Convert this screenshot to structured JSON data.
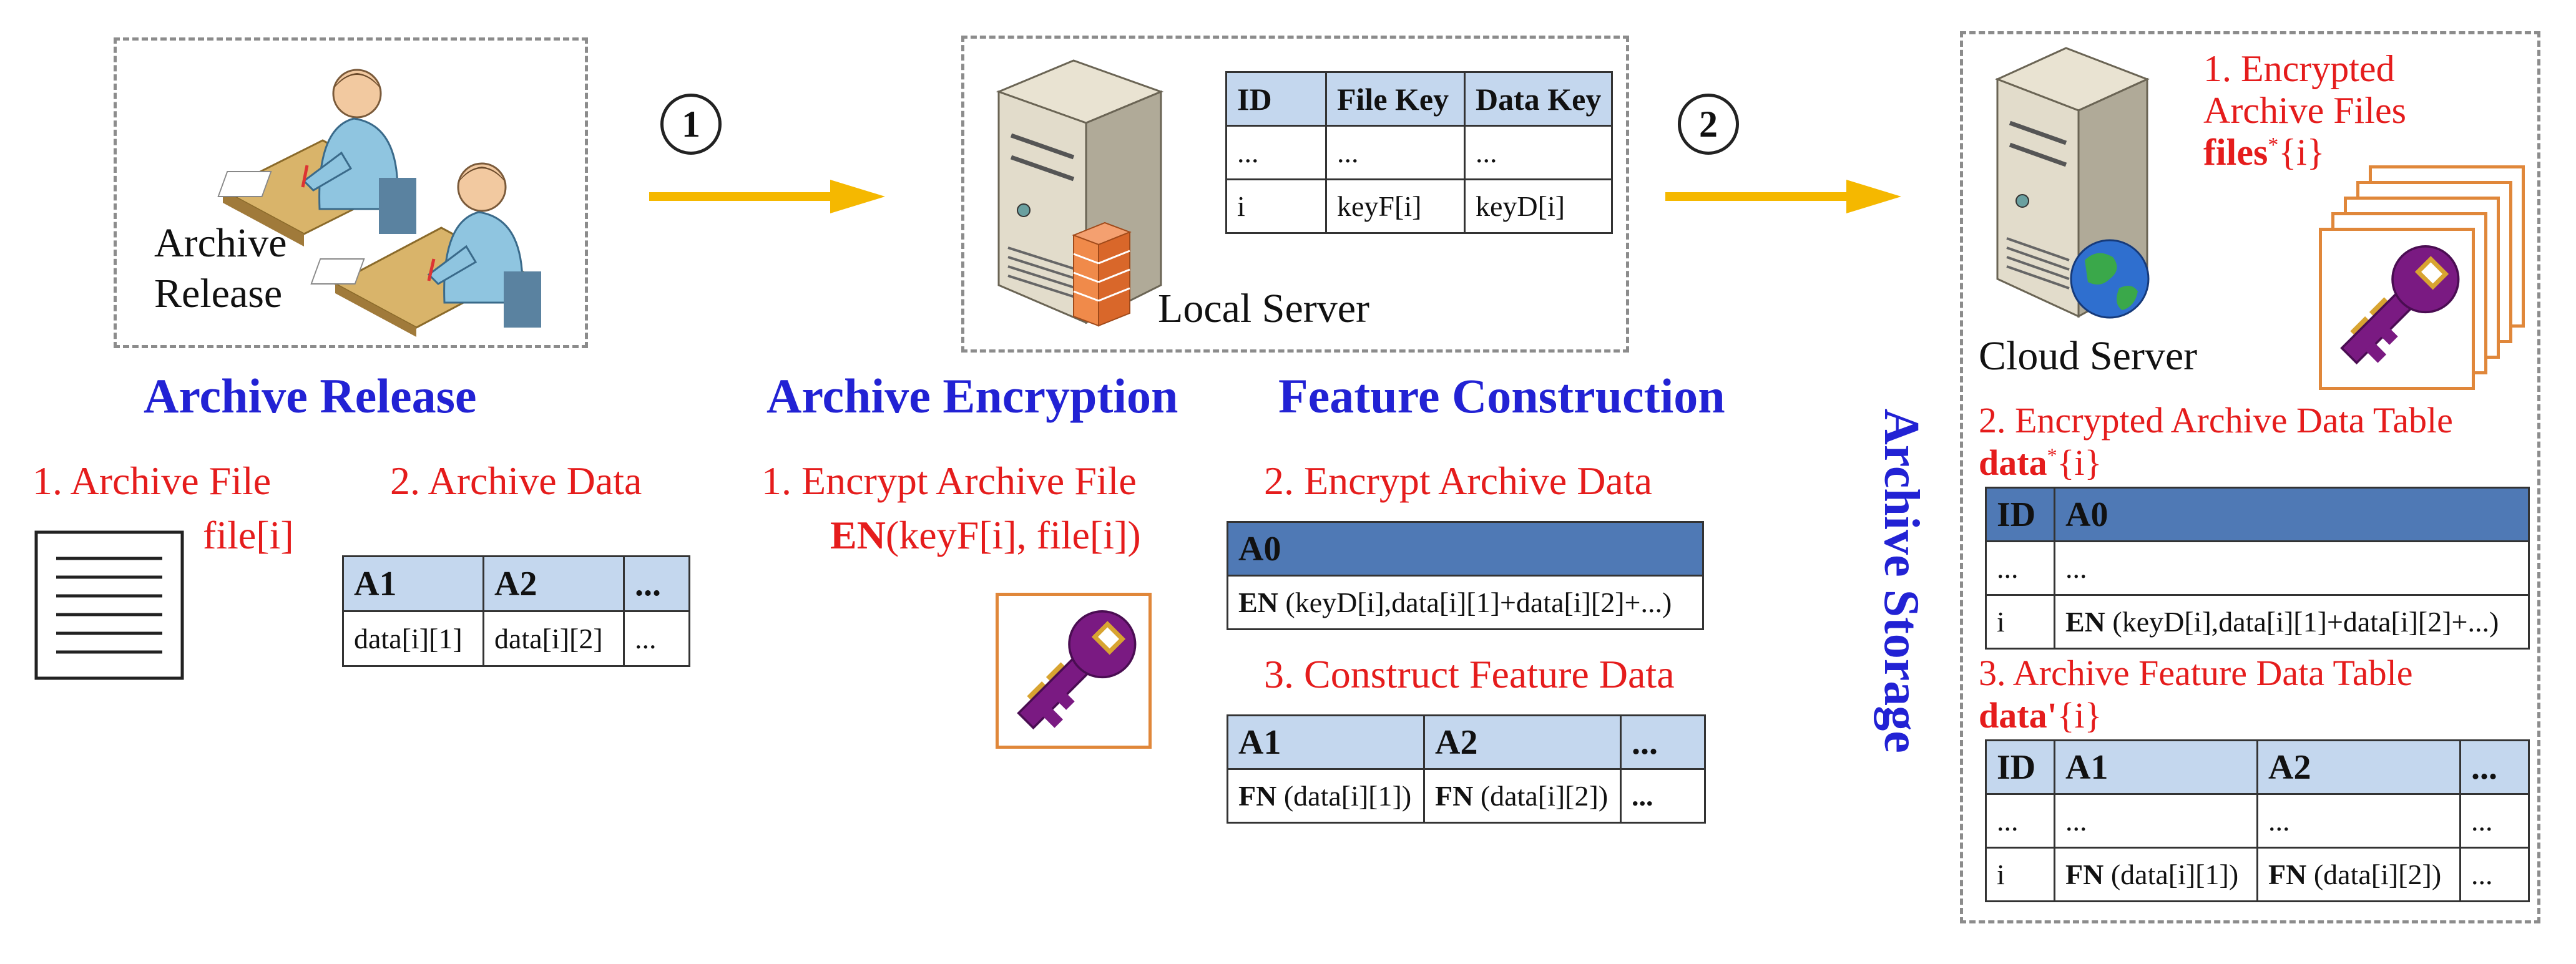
{
  "steps": {
    "one": "1",
    "two": "2"
  },
  "release": {
    "box_label_line1": "Archive",
    "box_label_line2": "Release",
    "heading": "Archive Release",
    "file_label": "1. Archive File",
    "file_var": "file[i]",
    "data_label": "2. Archive Data",
    "table": {
      "headers": [
        "A1",
        "A2",
        "..."
      ],
      "row": [
        "data[i][1]",
        "data[i][2]",
        "..."
      ]
    }
  },
  "local": {
    "server_label": "Local Server",
    "key_table": {
      "headers": [
        "ID",
        "File Key",
        "Data Key"
      ],
      "rows": [
        [
          "...",
          "...",
          "..."
        ],
        [
          "i",
          "keyF[i]",
          "keyD[i]"
        ]
      ]
    },
    "heading_encryption": "Archive Encryption",
    "heading_feature": "Feature Construction",
    "encrypt_file_label": "1. Encrypt Archive File",
    "encrypt_file_fn": "EN",
    "encrypt_file_args": "(keyF[i], file[i])",
    "encrypt_data_label": "2. Encrypt Archive Data",
    "encrypt_table": {
      "header": "A0",
      "row_fn": "EN",
      "row_args": "(keyD[i],data[i][1]+data[i][2]+...)"
    },
    "construct_label": "3. Construct Feature Data",
    "feature_table": {
      "headers": [
        "A1",
        "A2",
        "..."
      ],
      "row": [
        {
          "fn": "FN",
          "args": "(data[i][1])"
        },
        {
          "fn": "FN",
          "args": "(data[i][2])"
        },
        {
          "fn": "",
          "args": "..."
        }
      ]
    }
  },
  "cloud": {
    "server_label": "Cloud Server",
    "vertical_label": "Archive Storage",
    "files_label_line1": "1. Encrypted",
    "files_label_line2": "Archive Files",
    "files_var": "files",
    "files_sup": "*",
    "files_idx": "{i}",
    "data_table_label": "2. Encrypted Archive Data Table",
    "data_var": "data",
    "data_sup": "*",
    "data_idx": "{i}",
    "enc_table": {
      "headers": [
        "ID",
        "A0"
      ],
      "rows": [
        {
          "id": "...",
          "fn": "",
          "args": "..."
        },
        {
          "id": "i",
          "fn": "EN",
          "args": "(keyD[i],data[i][1]+data[i][2]+...)"
        }
      ]
    },
    "feature_table_label": "3. Archive Feature Data Table",
    "feature_var": "data'",
    "feature_idx": "{i}",
    "feat_table": {
      "headers": [
        "ID",
        "A1",
        "A2",
        "..."
      ],
      "rows": [
        {
          "id": "...",
          "c1fn": "",
          "c1": "...",
          "c2fn": "",
          "c2": "...",
          "c3": "..."
        },
        {
          "id": "i",
          "c1fn": "FN",
          "c1": "(data[i][1])",
          "c2fn": "FN",
          "c2": "(data[i][2])",
          "c3": "..."
        }
      ]
    }
  },
  "colors": {
    "heading": "#2222d4",
    "label_red": "#e51c1c",
    "table_header_light": "#c4d7ee",
    "table_header_dark": "#4f79b5",
    "arrow": "#f5b800",
    "key": "#7a1a82"
  }
}
